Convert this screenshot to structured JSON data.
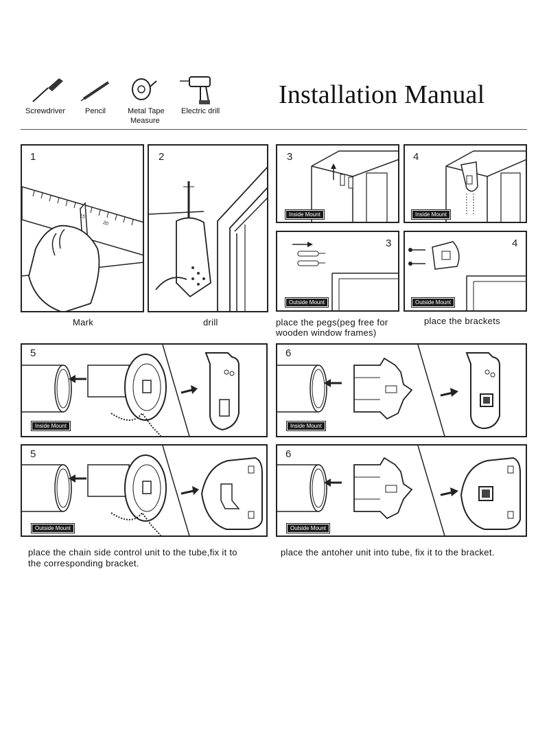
{
  "header": {
    "title": "Installation Manual",
    "tools": [
      {
        "label": "Screwdriver",
        "icon": "screwdriver-icon"
      },
      {
        "label": "Pencil",
        "icon": "pencil-icon"
      },
      {
        "label": "Metal Tape\nMeasure",
        "label_line1": "Metal Tape",
        "label_line2": "Measure",
        "icon": "tape-measure-icon"
      },
      {
        "label": "Electric drill",
        "icon": "electric-drill-icon"
      }
    ]
  },
  "steps": {
    "s1": {
      "num": "1",
      "caption": "Mark"
    },
    "s2": {
      "num": "2",
      "caption": "drill"
    },
    "s3a": {
      "num": "3",
      "tag": "Inside Mount"
    },
    "s4a": {
      "num": "4",
      "tag": "Inside Mount"
    },
    "s3b": {
      "num": "3",
      "tag": "Outside Mount"
    },
    "s4b": {
      "num": "4",
      "tag": "Outside Mount"
    },
    "s5a": {
      "num": "5",
      "tag": "Inside Mount"
    },
    "s6a": {
      "num": "6",
      "tag": "Inside Mount"
    },
    "s5b": {
      "num": "5",
      "tag": "Outside Mount"
    },
    "s6b": {
      "num": "6",
      "tag": "Outside Mount"
    }
  },
  "captions": {
    "pegs_line1": "place the pegs(peg free for",
    "pegs_line2": "wooden window frames)",
    "brackets": "place the brackets",
    "chain_line1": "place the chain side control unit to the tube,fix it to",
    "chain_line2": "the corresponding bracket.",
    "other_unit": "place the antoher  unit  into tube, fix it to the bracket."
  },
  "ruler_ticks": [
    "15",
    "20"
  ]
}
